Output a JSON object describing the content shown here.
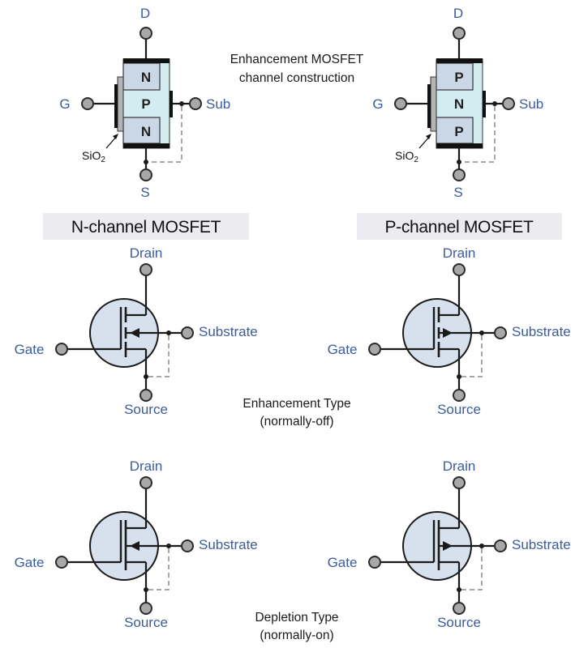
{
  "header": {
    "caption_line1": "Enhancement MOSFET",
    "caption_line2": "channel construction"
  },
  "construction": {
    "n_channel": {
      "drain": "D",
      "gate": "G",
      "source": "S",
      "substrate": "Sub",
      "oxide": "SiO",
      "oxide_sub": "2",
      "top_region": "N",
      "body_region": "P",
      "bottom_region": "N"
    },
    "p_channel": {
      "drain": "D",
      "gate": "G",
      "source": "S",
      "substrate": "Sub",
      "oxide": "SiO",
      "oxide_sub": "2",
      "top_region": "P",
      "body_region": "N",
      "bottom_region": "P"
    }
  },
  "banners": {
    "n_channel": "N-channel MOSFET",
    "p_channel": "P-channel MOSFET"
  },
  "symbols": {
    "labels": {
      "drain": "Drain",
      "gate": "Gate",
      "source": "Source",
      "substrate": "Substrate"
    },
    "enhancement_caption_line1": "Enhancement Type",
    "enhancement_caption_line2": "(normally-off)",
    "depletion_caption_line1": "Depletion Type",
    "depletion_caption_line2": "(normally-on)"
  },
  "colors": {
    "label_blue": "#3b5c9c",
    "region_fill": "#c9d7e6",
    "body_fill": "#d3ecf0",
    "circle_fill": "#d6e1ed",
    "oxide_gray": "#b4b4b4",
    "banner_bg": "#ebebf0"
  }
}
